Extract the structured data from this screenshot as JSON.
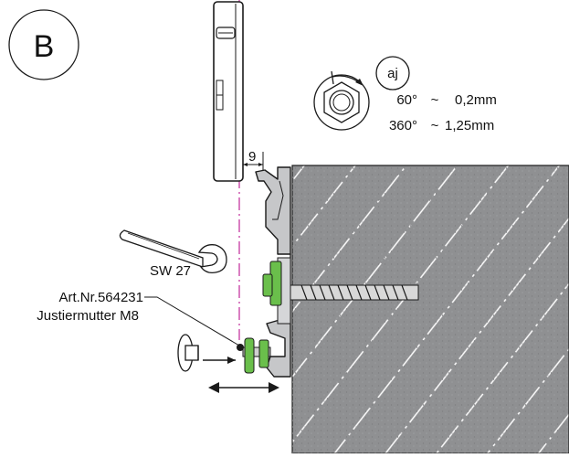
{
  "step_badge": "B",
  "adjust_badge": "aj",
  "adjust_lines": [
    {
      "angle": "60°",
      "sep": "~",
      "value": "0,2mm"
    },
    {
      "angle": "360°",
      "sep": "~",
      "value": "1,25mm"
    }
  ],
  "gap_label": "9",
  "wrench_label": "SW 27",
  "part_number": "Art.Nr.564231",
  "part_name": "Justiermutter M8",
  "colors": {
    "adjuster_green": "#6abf4b",
    "plumb_line": "#c0289a",
    "wall_gray": "#8f9092",
    "outline": "#1a1a1a"
  }
}
